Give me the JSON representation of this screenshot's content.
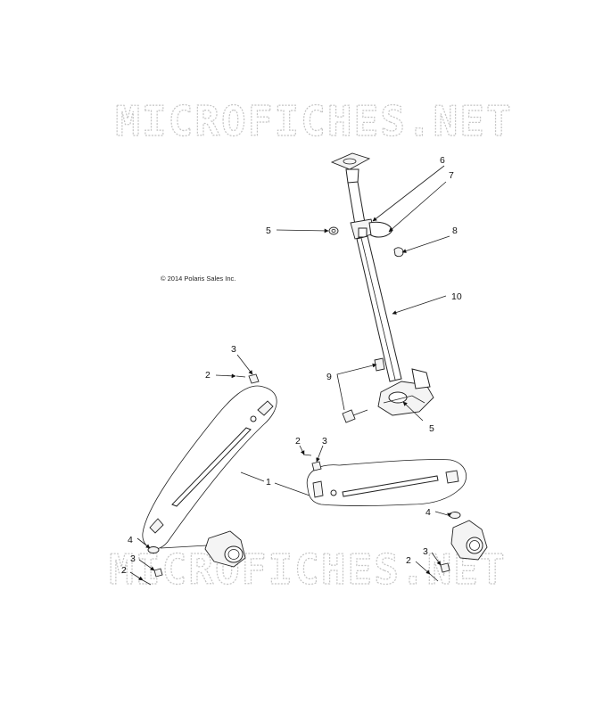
{
  "watermark": {
    "top": "MICROFICHES.NET",
    "bottom": "MICROFICHES.NET"
  },
  "copyright": "© 2014 Polaris Sales Inc.",
  "callouts": [
    {
      "id": "c6",
      "label": "6"
    },
    {
      "id": "c7",
      "label": "7"
    },
    {
      "id": "c5a",
      "label": "5"
    },
    {
      "id": "c8",
      "label": "8"
    },
    {
      "id": "c10",
      "label": "10"
    },
    {
      "id": "c9",
      "label": "9"
    },
    {
      "id": "c5b",
      "label": "5"
    },
    {
      "id": "c3a",
      "label": "3"
    },
    {
      "id": "c2a",
      "label": "2"
    },
    {
      "id": "c2b",
      "label": "2"
    },
    {
      "id": "c3b",
      "label": "3"
    },
    {
      "id": "c1",
      "label": "1"
    },
    {
      "id": "c4a",
      "label": "4"
    },
    {
      "id": "c3c",
      "label": "3"
    },
    {
      "id": "c2c",
      "label": "2"
    },
    {
      "id": "c4b",
      "label": "4"
    },
    {
      "id": "c3d",
      "label": "3"
    },
    {
      "id": "c2d",
      "label": "2"
    }
  ]
}
